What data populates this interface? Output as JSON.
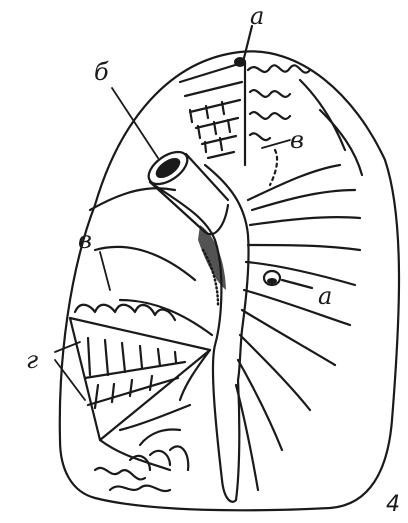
{
  "diagram": {
    "figure_number": "4",
    "labels": {
      "a_top": "а",
      "b": "б",
      "v_top": "в",
      "v_left": "в",
      "a_right": "а",
      "g": "г"
    },
    "colors": {
      "ink": "#1a1a1a",
      "paper": "#ffffff"
    }
  }
}
